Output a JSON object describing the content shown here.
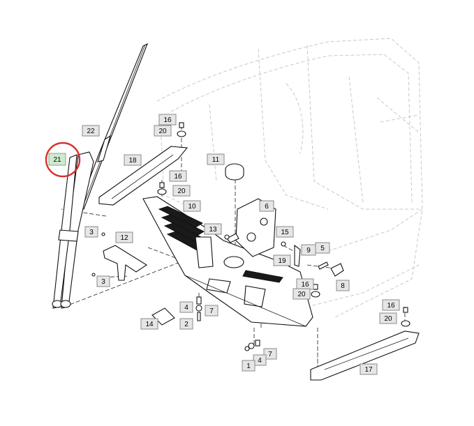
{
  "diagram": {
    "callouts": [
      {
        "id": "c21",
        "label": "21",
        "highlighted": true
      },
      {
        "id": "c22",
        "label": "22"
      },
      {
        "id": "c16a",
        "label": "16"
      },
      {
        "id": "c20a",
        "label": "20"
      },
      {
        "id": "c18",
        "label": "18"
      },
      {
        "id": "c16b",
        "label": "16"
      },
      {
        "id": "c20b",
        "label": "20"
      },
      {
        "id": "c11",
        "label": "11"
      },
      {
        "id": "c10",
        "label": "10"
      },
      {
        "id": "c6",
        "label": "6"
      },
      {
        "id": "c3a",
        "label": "3"
      },
      {
        "id": "c12",
        "label": "12"
      },
      {
        "id": "c13",
        "label": "13"
      },
      {
        "id": "c15",
        "label": "15"
      },
      {
        "id": "c9",
        "label": "9"
      },
      {
        "id": "c5",
        "label": "5"
      },
      {
        "id": "c19",
        "label": "19"
      },
      {
        "id": "c3b",
        "label": "3"
      },
      {
        "id": "c16c",
        "label": "16"
      },
      {
        "id": "c8",
        "label": "8"
      },
      {
        "id": "c20c",
        "label": "20"
      },
      {
        "id": "c4a",
        "label": "4"
      },
      {
        "id": "c7a",
        "label": "7"
      },
      {
        "id": "c14",
        "label": "14"
      },
      {
        "id": "c2",
        "label": "2"
      },
      {
        "id": "c16d",
        "label": "16"
      },
      {
        "id": "c20d",
        "label": "20"
      },
      {
        "id": "c7b",
        "label": "7"
      },
      {
        "id": "c4b",
        "label": "4"
      },
      {
        "id": "c1",
        "label": "1"
      },
      {
        "id": "c17",
        "label": "17"
      }
    ],
    "highlight_color": "#d9302c",
    "callout_fill": "#e6e6e6",
    "highlight_fill": "#cfe9cf"
  }
}
